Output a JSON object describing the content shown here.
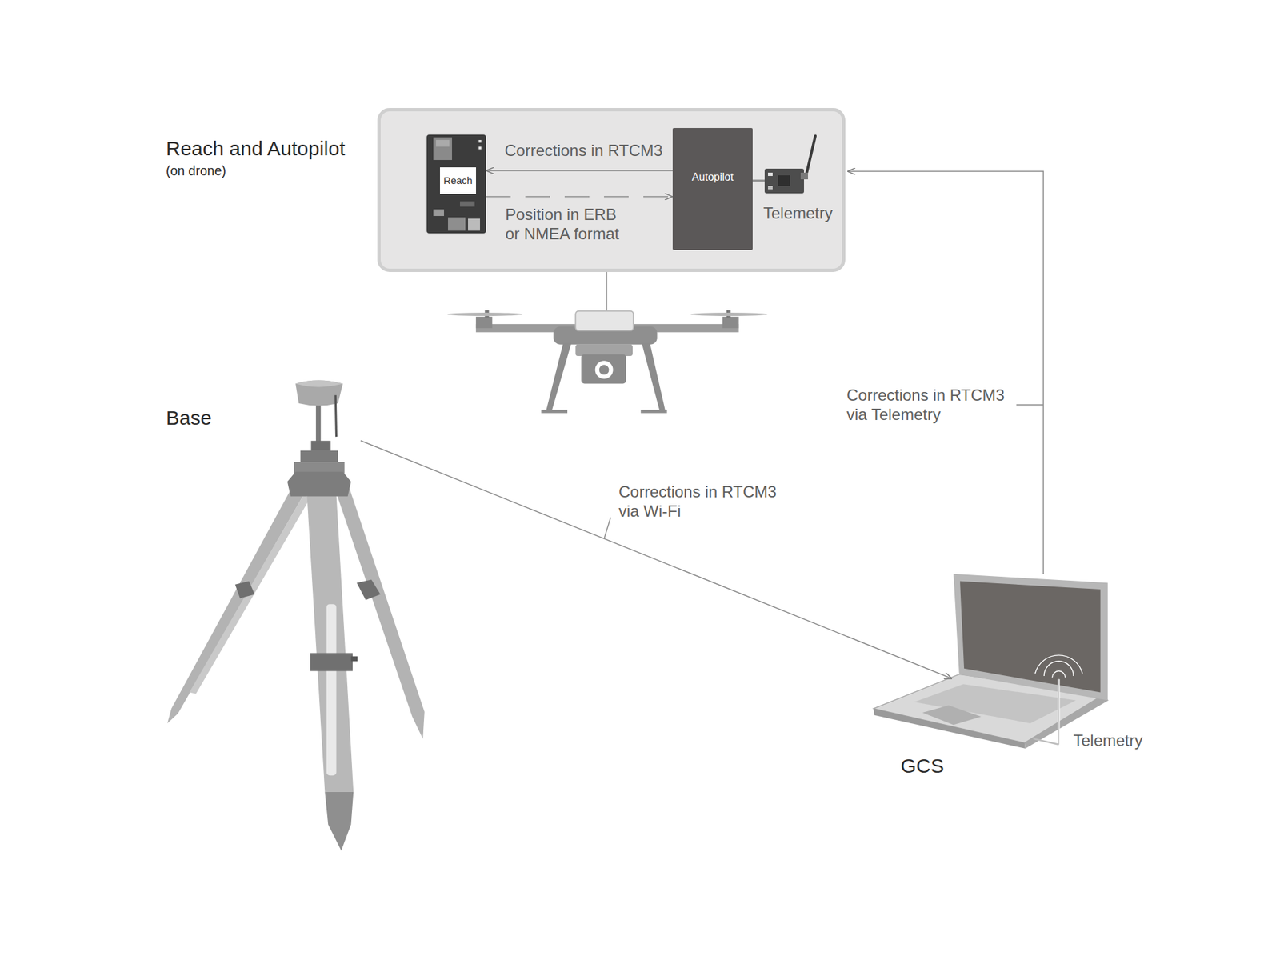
{
  "diagram": {
    "nodes": [
      {
        "text": [
          "Reach and Autopilot",
          "(on drone)"
        ]
      },
      {
        "text": [
          "Reach"
        ],
        "in": 0
      },
      {
        "text": [
          "Autopilot"
        ],
        "in": 0
      },
      {
        "text": [
          "Telemetry"
        ],
        "in": 0
      },
      {
        "text": [
          "Base"
        ]
      },
      {
        "text": [
          "GCS"
        ]
      }
    ],
    "edges": [
      {
        "from": 2,
        "to": 1,
        "label": "Corrections in RTCM3",
        "arrow": "to"
      },
      {
        "from": 1,
        "to": 2,
        "label": "Position in ERB or NMEA format",
        "arrow": "to"
      },
      {
        "from": 4,
        "to": 5,
        "label": "Corrections in RTCM3 via Wi-Fi",
        "arrow": "to"
      },
      {
        "from": 5,
        "to": 0,
        "label": "Corrections in RTCM3 via Telemetry",
        "arrow": "to"
      },
      {
        "from": 2,
        "to": 3,
        "arrow": "none"
      }
    ],
    "labels": [
      "Telemetry"
    ]
  }
}
